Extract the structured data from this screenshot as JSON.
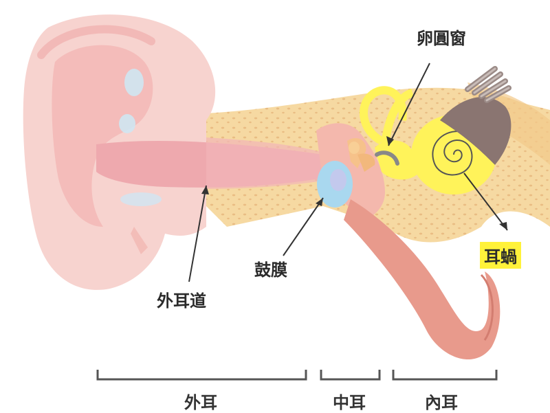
{
  "labels": {
    "oval_window": "卵圓窗",
    "cochlea": "耳蝸",
    "eardrum": "鼓膜",
    "ear_canal": "外耳道"
  },
  "sections": {
    "outer": "外耳",
    "middle": "中耳",
    "inner": "內耳"
  },
  "colors": {
    "pinna": "#f7d3cf",
    "pinna_fold": "#f3b7b4",
    "canal": "#eea9ae",
    "bone": "#f6d9a2",
    "bone_dots": "#e7b980",
    "cochlea": "#fff35a",
    "eardrum": "#a9d8ef",
    "tube": "#e89a8c",
    "nerve": "#8a7571",
    "highlight": "#fff23a"
  }
}
